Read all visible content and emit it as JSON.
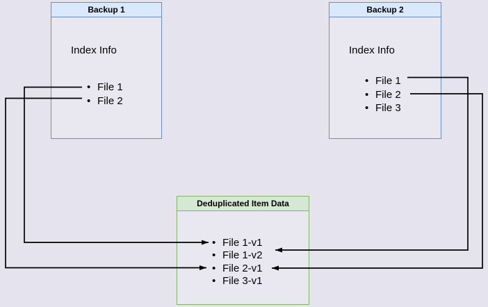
{
  "diagram": {
    "backup1": {
      "title": "Backup 1",
      "section_label": "Index Info",
      "items": [
        "File 1",
        "File 2"
      ]
    },
    "backup2": {
      "title": "Backup 2",
      "section_label": "Index Info",
      "items": [
        "File 1",
        "File 2",
        "File 3"
      ]
    },
    "dedup": {
      "title": "Deduplicated Item Data",
      "items": [
        "File 1-v1",
        "File 1-v2",
        "File 2-v1",
        "File 3-v1"
      ]
    },
    "connections": [
      {
        "from": "Backup 1 / File 1",
        "to": "Deduplicated Item Data / File 1-v1"
      },
      {
        "from": "Backup 1 / File 2",
        "to": "Deduplicated Item Data / File 2-v1"
      },
      {
        "from": "Backup 2 / File 1",
        "to": "Deduplicated Item Data / File 1-v2"
      },
      {
        "from": "Backup 2 / File 2",
        "to": "Deduplicated Item Data / File 2-v1"
      }
    ],
    "colors": {
      "background": "#e5e4ee",
      "box_fill": "#e9e8f0",
      "blue_header_fill": "#dae8fc",
      "blue_border": "#6c8ebf",
      "green_header_fill": "#d5e8d4",
      "green_border": "#82b366",
      "arrow": "#000000",
      "text": "#000000"
    },
    "bullet_glyph": "•"
  }
}
